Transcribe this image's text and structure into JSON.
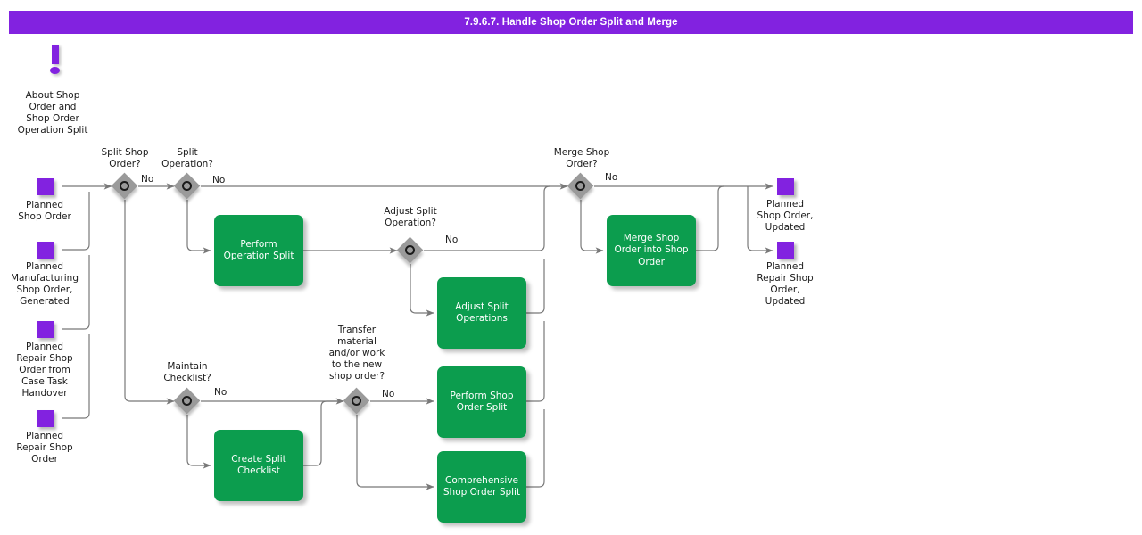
{
  "header": {
    "title": "7.9.6.7. Handle Shop Order Split and Merge"
  },
  "annotation": {
    "icon": "exclamation-icon",
    "label": "About Shop\nOrder and\nShop Order\nOperation Split"
  },
  "start_events": [
    {
      "label": "Planned\nShop Order"
    },
    {
      "label": "Planned\nManufacturing\nShop Order,\nGenerated"
    },
    {
      "label": "Planned\nRepair Shop\nOrder from\nCase Task\nHandover"
    },
    {
      "label": "Planned\nRepair Shop\nOrder"
    }
  ],
  "end_events": [
    {
      "label": "Planned\nShop Order,\nUpdated"
    },
    {
      "label": "Planned\nRepair Shop\nOrder,\nUpdated"
    }
  ],
  "gateways": [
    {
      "id": "split-shop-order",
      "label": "Split Shop\nOrder?",
      "flow_label": "No"
    },
    {
      "id": "split-operation",
      "label": "Split\nOperation?",
      "flow_label": "No"
    },
    {
      "id": "adjust-split-operation",
      "label": "Adjust Split\nOperation?",
      "flow_label": "No"
    },
    {
      "id": "merge-shop-order",
      "label": "Merge Shop\nOrder?",
      "flow_label": "No"
    },
    {
      "id": "maintain-checklist",
      "label": "Maintain\nChecklist?",
      "flow_label": "No"
    },
    {
      "id": "transfer-material",
      "label": "Transfer\nmaterial\nand/or work\nto the new\nshop order?",
      "flow_label": "No"
    }
  ],
  "tasks": [
    {
      "id": "perform-operation-split",
      "label": "Perform\nOperation Split"
    },
    {
      "id": "adjust-split-operations",
      "label": "Adjust Split\nOperations"
    },
    {
      "id": "merge-shop-order-into-shop-order",
      "label": "Merge Shop\nOrder into Shop\nOrder"
    },
    {
      "id": "create-split-checklist",
      "label": "Create Split\nChecklist"
    },
    {
      "id": "perform-shop-order-split",
      "label": "Perform Shop\nOrder Split"
    },
    {
      "id": "comprehensive-shop-order-split",
      "label": "Comprehensive\nShop Order Split"
    }
  ],
  "colors": {
    "header_purple": "#8222e0",
    "event_purple": "#8222e0",
    "task_green": "#0c9d4e",
    "gateway_gray": "#9a9a9a",
    "edge_gray": "#787878",
    "text": "#1a1a1a"
  }
}
